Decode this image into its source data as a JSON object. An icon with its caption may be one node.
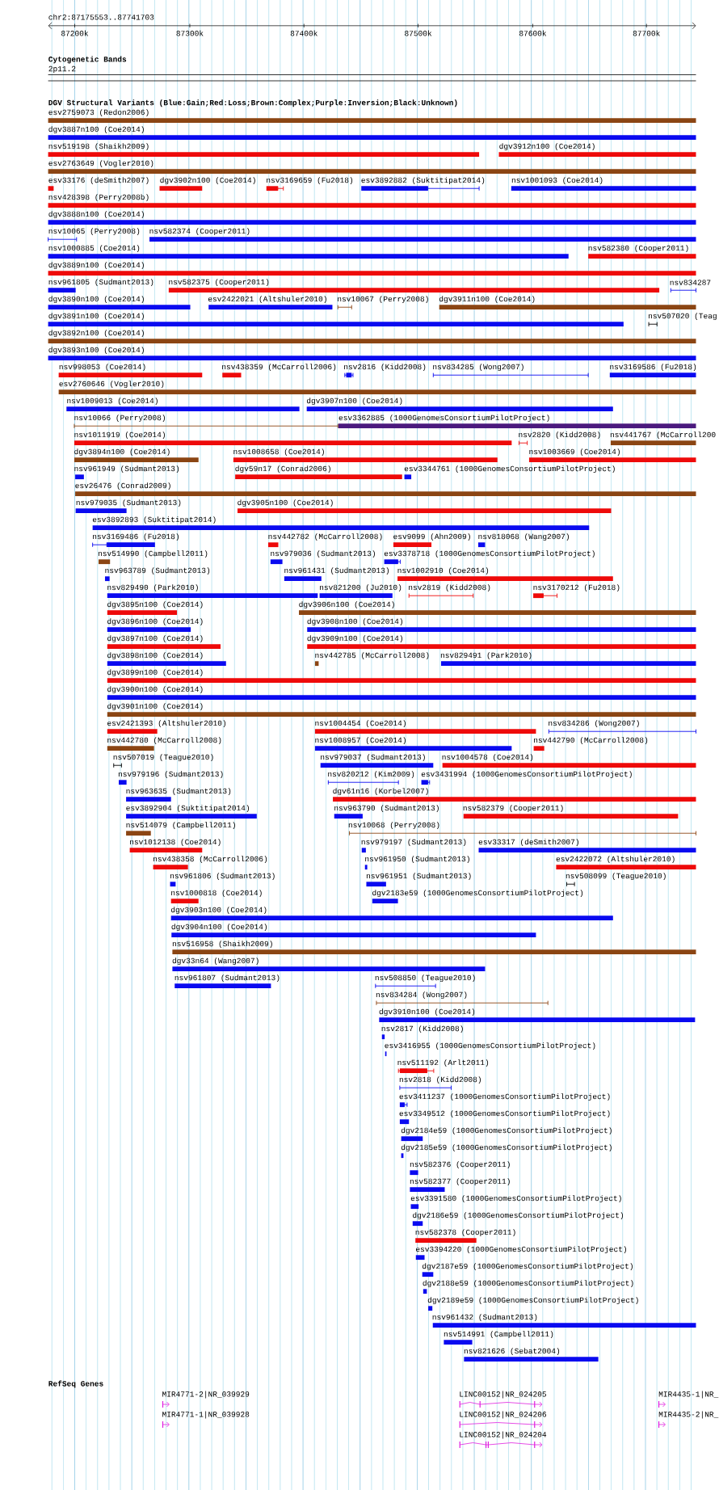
{
  "diagram": {
    "labels": [
      "chr2:87175553..87741703",
      "87200k",
      "87300k",
      "87400k",
      "87500k",
      "87600k",
      "87700k",
      "Cytogenetic Bands",
      "2p11.2",
      "DGV Structural Variants (Blue:Gain;Red:Loss;Brown:Complex;Purple:Inversion;Black:Unknown)",
      "esv2759073 (Redon2006)",
      "dgv3887n100 (Coe2014)",
      "nsv519198 (Shaikh2009)",
      "dgv3912n100 (Coe2014)",
      "esv2763649 (Vogler2010)",
      "esv33176 (deSmith2007)",
      "dgv3902n100 (Coe2014)",
      "nsv3169659 (Fu2018)",
      "esv3892882 (Suktitipat2014)",
      "nsv1001093 (Coe2014)",
      "nsv428398 (Perry2008b)",
      "dgv3888n100 (Coe2014)",
      "nsv10065 (Perry2008)",
      "nsv582374 (Cooper2011)",
      "nsv1000885 (Coe2014)",
      "nsv582380 (Cooper2011)",
      "dgv3889n100 (Coe2014)",
      "nsv961805 (Sudmant2013)",
      "nsv582375 (Cooper2011)",
      "nsv834287",
      "dgv3890n100 (Coe2014)",
      "esv2422021 (Altshuler2010)",
      "nsv10067 (Perry2008)",
      "dgv3911n100 (Coe2014)",
      "dgv3891n100 (Coe2014)",
      "nsv507020 (Teag",
      "dgv3892n100 (Coe2014)",
      "dgv3893n100 (Coe2014)",
      "nsv998053 (Coe2014)",
      "nsv438359 (McCarroll2006)",
      "nsv2816 (Kidd2008)",
      "nsv834285 (Wong2007)",
      "nsv3169586 (Fu2018)",
      "esv2760646 (Vogler2010)",
      "nsv1009013 (Coe2014)",
      "dgv3907n100 (Coe2014)",
      "nsv10066 (Perry2008)",
      "esv3362885 (1000GenomesConsortiumPilotProject)",
      "nsv1011919 (Coe2014)",
      "nsv2820 (Kidd2008)",
      "nsv441767 (McCarroll200",
      "dgv3894n100 (Coe2014)",
      "nsv1008658 (Coe2014)",
      "nsv1003669 (Coe2014)",
      "nsv961949 (Sudmant2013)",
      "dgv59n17 (Conrad2006)",
      "esv3344761 (1000GenomesConsortiumPilotProject)",
      "esv26476 (Conrad2009)",
      "nsv979035 (Sudmant2013)",
      "dgv3905n100 (Coe2014)",
      "esv3892893 (Suktitipat2014)",
      "nsv3169486 (Fu2018)",
      "nsv442782 (McCarroll2008)",
      "esv9099 (Ahn2009)",
      "nsv818068 (Wang2007)",
      "nsv514990 (Campbell2011)",
      "nsv979036 (Sudmant2013)",
      "esv3378718 (1000GenomesConsortiumPilotProject)",
      "nsv963789 (Sudmant2013)",
      "nsv961431 (Sudmant2013)",
      "nsv1002910 (Coe2014)",
      "nsv829490 (Park2010)",
      "nsv821200 (Ju2010)",
      "nsv2819 (Kidd2008)",
      "nsv3170212 (Fu2018)",
      "dgv3895n100 (Coe2014)",
      "dgv3906n100 (Coe2014)",
      "dgv3896n100 (Coe2014)",
      "dgv3908n100 (Coe2014)",
      "dgv3897n100 (Coe2014)",
      "dgv3909n100 (Coe2014)",
      "dgv3898n100 (Coe2014)",
      "nsv442785 (McCarroll2008)",
      "nsv829491 (Park2010)",
      "dgv3899n100 (Coe2014)",
      "dgv3900n100 (Coe2014)",
      "dgv3901n100 (Coe2014)",
      "esv2421393 (Altshuler2010)",
      "nsv1004454 (Coe2014)",
      "nsv834286 (Wong2007)",
      "nsv442780 (McCarroll2008)",
      "nsv1008957 (Coe2014)",
      "nsv442790 (McCarroll2008)",
      "nsv507019 (Teague2010)",
      "nsv979037 (Sudmant2013)",
      "nsv1004578 (Coe2014)",
      "nsv979196 (Sudmant2013)",
      "nsv820212 (Kim2009)",
      "esv3431994 (1000GenomesConsortiumPilotProject)",
      "nsv963635 (Sudmant2013)",
      "dgv61n16 (Korbel2007)",
      "esv3892904 (Suktitipat2014)",
      "nsv963790 (Sudmant2013)",
      "nsv582379 (Cooper2011)",
      "nsv514079 (Campbell2011)",
      "nsv10068 (Perry2008)",
      "nsv1012138 (Coe2014)",
      "nsv979197 (Sudmant2013)",
      "esv33317 (deSmith2007)",
      "nsv438358 (McCarroll2006)",
      "nsv961950 (Sudmant2013)",
      "esv2422072 (Altshuler2010)",
      "nsv961806 (Sudmant2013)",
      "nsv961951 (Sudmant2013)",
      "nsv508099 (Teague2010)",
      "nsv1000818 (Coe2014)",
      "dgv2183e59 (1000GenomesConsortiumPilotProject)",
      "dgv3903n100 (Coe2014)",
      "dgv3904n100 (Coe2014)",
      "nsv516958 (Shaikh2009)",
      "dgv33n64 (Wang2007)",
      "nsv961807 (Sudmant2013)",
      "nsv508850 (Teague2010)",
      "nsv834284 (Wong2007)",
      "dgv3910n100 (Coe2014)",
      "nsv2817 (Kidd2008)",
      "esv3416955 (1000GenomesConsortiumPilotProject)",
      "nsv511192 (Arlt2011)",
      "nsv2818 (Kidd2008)",
      "esv3411237 (1000GenomesConsortiumPilotProject)",
      "esv3349512 (1000GenomesConsortiumPilotProject)",
      "dgv2184e59 (1000GenomesConsortiumPilotProject)",
      "dgv2185e59 (1000GenomesConsortiumPilotProject)",
      "nsv582376 (Cooper2011)",
      "nsv582377 (Cooper2011)",
      "esv3391580 (1000GenomesConsortiumPilotProject)",
      "dgv2186e59 (1000GenomesConsortiumPilotProject)",
      "nsv582378 (Cooper2011)",
      "esv3394220 (1000GenomesConsortiumPilotProject)",
      "dgv2187e59 (1000GenomesConsortiumPilotProject)",
      "dgv2188e59 (1000GenomesConsortiumPilotProject)",
      "dgv2189e59 (1000GenomesConsortiumPilotProject)",
      "nsv961432 (Sudmant2013)",
      "nsv514991 (Campbell2011)",
      "nsv821626 (Sebat2004)",
      "RefSeq Genes",
      "MIR4771-2|NR_039929",
      "LINC00152|NR_024205",
      "MIR4435-1|NR_",
      "MIR4771-1|NR_039928",
      "LINC00152|NR_024206",
      "MIR4435-2|NR_",
      "LINC00152|NR_024204"
    ]
  }
}
